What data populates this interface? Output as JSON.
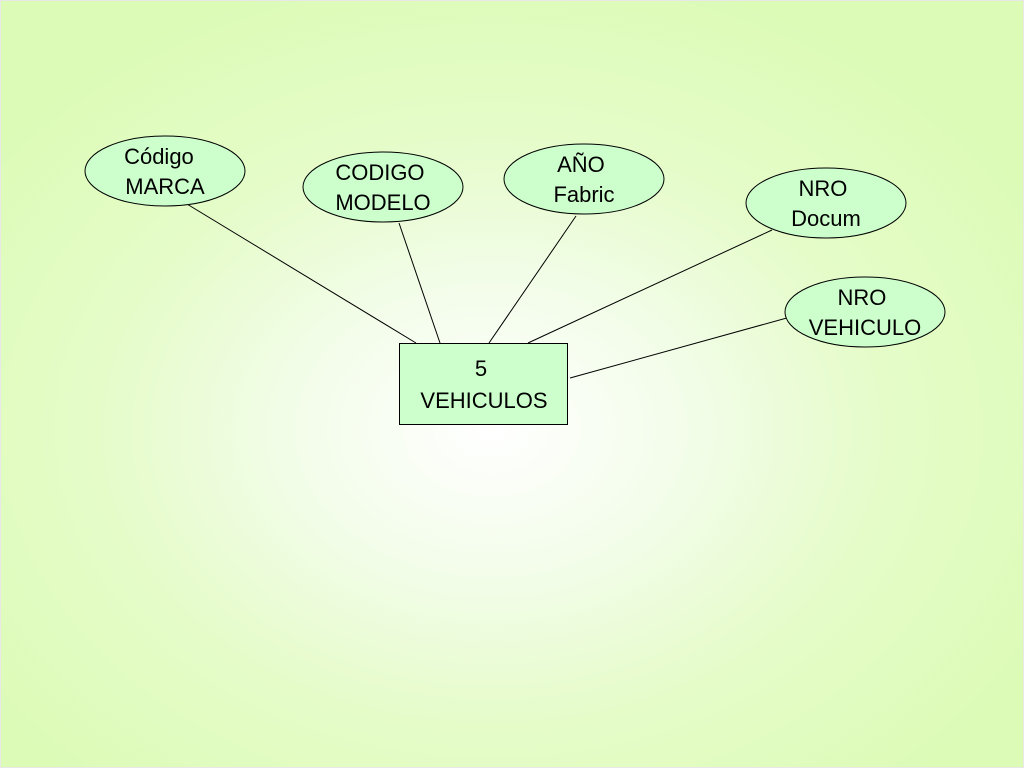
{
  "entity": {
    "lines": [
      "5",
      "VEHICULOS"
    ]
  },
  "attributes": [
    {
      "id": "codigo-marca",
      "lines": [
        "Código",
        "MARCA"
      ]
    },
    {
      "id": "codigo-modelo",
      "lines": [
        "CODIGO",
        "MODELO"
      ]
    },
    {
      "id": "ano-fabric",
      "lines": [
        "AÑO",
        "Fabric"
      ]
    },
    {
      "id": "nro-docum",
      "lines": [
        "NRO",
        "Docum"
      ]
    },
    {
      "id": "nro-vehiculo",
      "lines": [
        "NRO",
        "VEHICULO"
      ]
    }
  ],
  "colors": {
    "shape_fill": "#ccffcc",
    "stroke": "#000000"
  }
}
